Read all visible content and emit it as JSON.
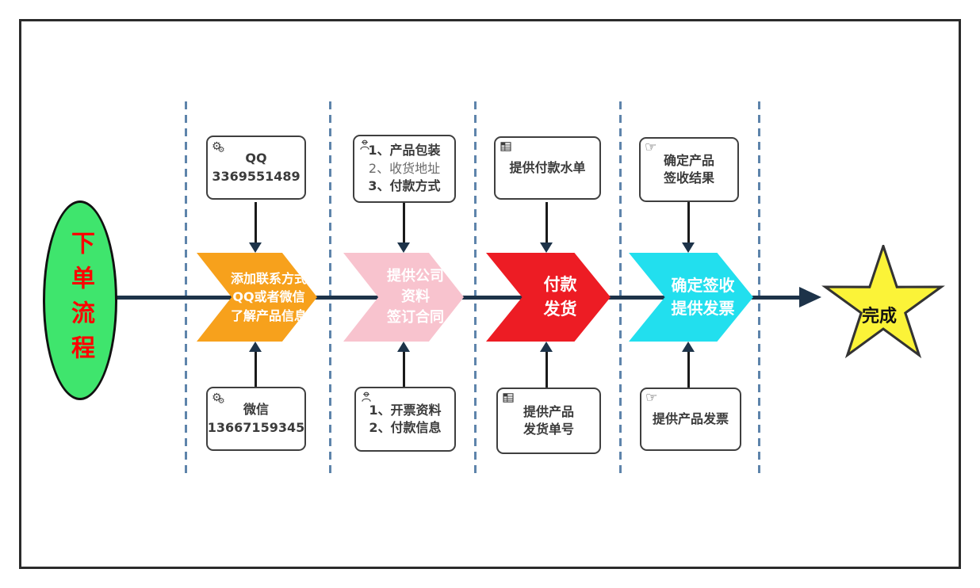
{
  "title": "下单流程",
  "start": {
    "label": "下单流程"
  },
  "finish": {
    "label": "完成"
  },
  "stages": [
    {
      "name": "add-contact",
      "lines": [
        "添加联系方式",
        "QQ或者微信",
        "了解产品信息"
      ],
      "top_box": {
        "icon": "gears-icon",
        "lines": [
          "QQ",
          "3369551489"
        ]
      },
      "bottom_box": {
        "icon": "gears-icon",
        "lines": [
          "微信",
          "13667159345"
        ]
      }
    },
    {
      "name": "company-info-contract",
      "lines": [
        "提供公司",
        "资料",
        "签订合同"
      ],
      "top_box": {
        "icon": "worker-icon",
        "lines": [
          "1、产品包装",
          "2、收货地址",
          "3、付款方式"
        ]
      },
      "bottom_box": {
        "icon": "worker-icon",
        "lines": [
          "1、开票资料",
          "2、付款信息"
        ]
      }
    },
    {
      "name": "payment-shipping",
      "lines": [
        "付款",
        "发货"
      ],
      "top_box": {
        "icon": "table-icon",
        "lines": [
          "提供付款水单"
        ]
      },
      "bottom_box": {
        "icon": "table-icon",
        "lines": [
          "提供产品",
          "发货单号"
        ]
      }
    },
    {
      "name": "receipt-invoice",
      "lines": [
        "确定签收",
        "提供发票"
      ],
      "top_box": {
        "icon": "hand-icon",
        "lines": [
          "确定产品",
          "签收结果"
        ]
      },
      "bottom_box": {
        "icon": "hand-icon",
        "lines": [
          "提供产品发票"
        ]
      }
    }
  ],
  "icon_glyphs": {
    "gear": "⚙",
    "hand": "☞"
  },
  "colors": {
    "start_fill": "#3FE56D",
    "start_text": "#FF0000",
    "stage1": "#F7A11C",
    "stage2": "#F8C3CE",
    "stage3": "#ED1C24",
    "stage4": "#22DFEE",
    "star_fill": "#FBF338",
    "flow_line": "#1D3349",
    "dashed_separator": "#5E84AB",
    "box_border": "#3F3F3F"
  }
}
